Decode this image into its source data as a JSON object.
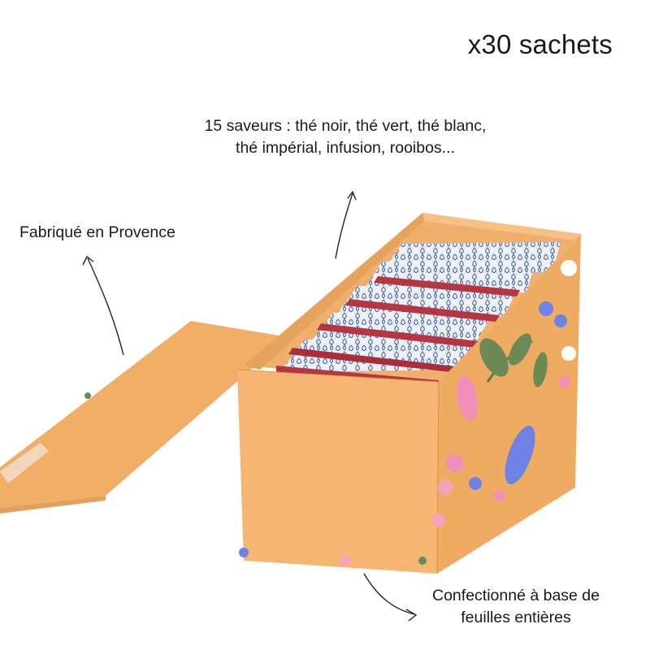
{
  "headline": "x30 sachets",
  "annotations": {
    "flavors": "15 saveurs : thé noir, thé vert, thé blanc, thé impérial, infusion, rooibos...",
    "origin": "Fabriqué en Provence",
    "leaves": "Confectionné à base de feuilles entières"
  },
  "colors": {
    "box": "#f5b56f",
    "box_dark": "#e9a35c",
    "sachet": "#f2f4fb",
    "sachet_pattern": "#3e5fb3",
    "ribbon": "#b4373f",
    "leaf": "#6b8a55",
    "flower_blue": "#6d82e3",
    "flower_pink": "#f08fb8"
  }
}
